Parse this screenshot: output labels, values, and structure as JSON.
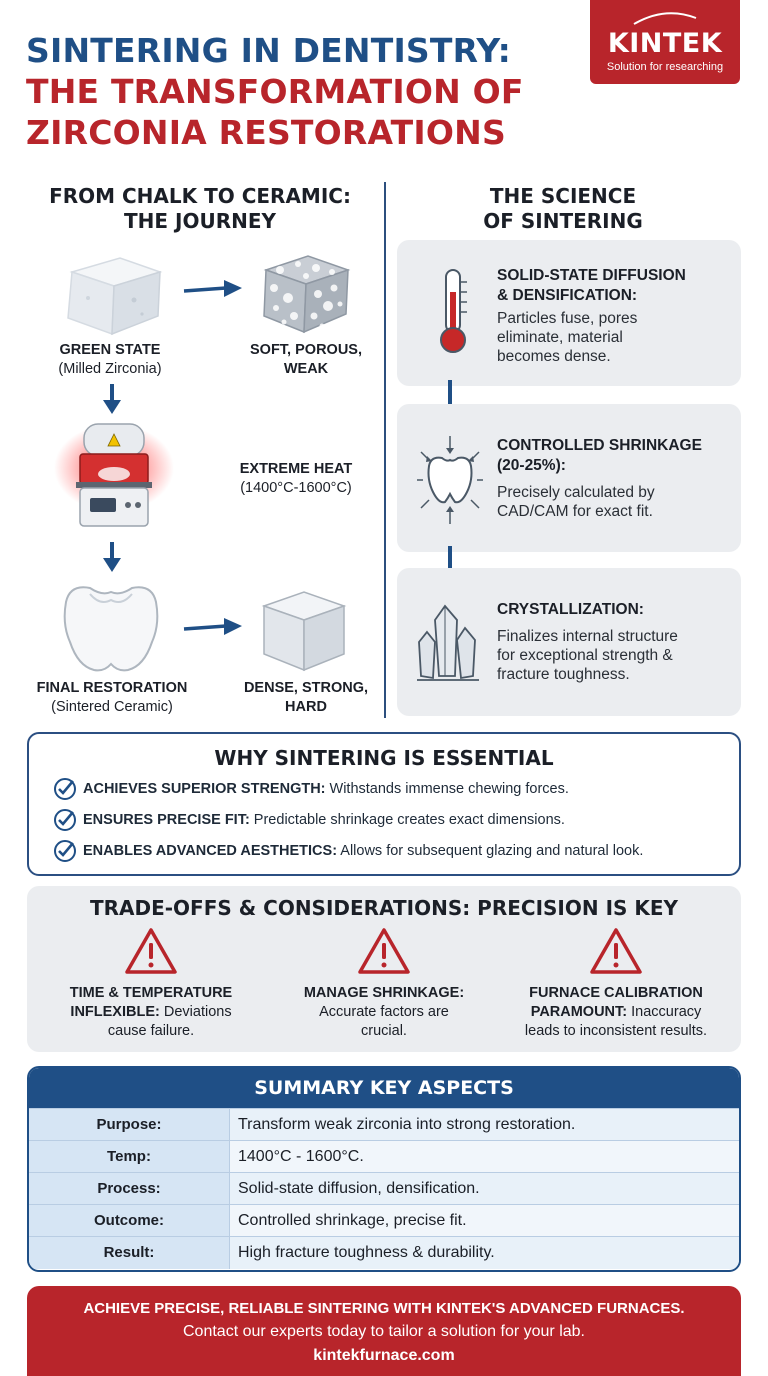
{
  "header": {
    "title_line1": "SINTERING IN DENTISTRY:",
    "title_line2": "THE TRANSFORMATION OF",
    "title_line3": "ZIRCONIA RESTORATIONS"
  },
  "logo": {
    "brand": "KINTEK",
    "tagline": "Solution for researching"
  },
  "journey": {
    "title_line1": "FROM CHALK TO CERAMIC:",
    "title_line2": "THE JOURNEY",
    "green_state": "GREEN STATE",
    "green_state_sub": "(Milled Zirconia)",
    "soft_line1": "SOFT, POROUS,",
    "soft_line2": "WEAK",
    "heat_title": "EXTREME HEAT",
    "heat_sub": "(1400°C-1600°C)",
    "final": "FINAL RESTORATION",
    "final_sub": "(Sintered Ceramic)",
    "dense_line1": "DENSE, STRONG,",
    "dense_line2": "HARD"
  },
  "science": {
    "title_line1": "THE SCIENCE",
    "title_line2": "OF SINTERING",
    "cards": [
      {
        "head1": "SOLID-STATE DIFFUSION",
        "head2": "& DENSIFICATION:",
        "body1": "Particles fuse, pores",
        "body2": "eliminate, material",
        "body3": "becomes dense.",
        "icon": "thermometer-icon"
      },
      {
        "head1": "CONTROLLED SHRINKAGE",
        "head2": "(20-25%):",
        "body1": "Precisely calculated by",
        "body2": "CAD/CAM for exact fit.",
        "icon": "shrinking-tooth-icon"
      },
      {
        "head1": "CRYSTALLIZATION:",
        "body1": "Finalizes internal structure",
        "body2": "for exceptional strength &",
        "body3": "fracture toughness.",
        "icon": "crystal-icon"
      }
    ]
  },
  "why": {
    "title": "WHY SINTERING IS ESSENTIAL",
    "items": [
      {
        "bold": "ACHIEVES SUPERIOR STRENGTH:",
        "text": " Withstands immense chewing forces."
      },
      {
        "bold": "ENSURES PRECISE FIT:",
        "text": " Predictable shrinkage creates exact dimensions."
      },
      {
        "bold": "ENABLES ADVANCED AESTHETICS:",
        "text": " Allows for subsequent glazing and natural look."
      }
    ]
  },
  "tradeoffs": {
    "title": "TRADE-OFFS & CONSIDERATIONS: PRECISION IS KEY",
    "items": [
      {
        "bold1": "TIME & TEMPERATURE",
        "bold2": "INFLEXIBLE:",
        "text2": " Deviations",
        "text3": "cause failure."
      },
      {
        "bold1": "MANAGE SHRINKAGE:",
        "text2": "Accurate factors are",
        "text3": "crucial."
      },
      {
        "bold1": "FURNACE CALIBRATION",
        "bold2": "PARAMOUNT:",
        "text2": " Inaccuracy",
        "text3": "leads to inconsistent results."
      }
    ]
  },
  "summary": {
    "title": "SUMMARY KEY ASPECTS",
    "rows": [
      {
        "key": "Purpose:",
        "value": "Transform weak zirconia into strong restoration."
      },
      {
        "key": "Temp:",
        "value": "1400°C - 1600°C."
      },
      {
        "key": "Process:",
        "value": "Solid-state diffusion, densification."
      },
      {
        "key": "Outcome:",
        "value": "Controlled shrinkage, precise fit."
      },
      {
        "key": "Result:",
        "value": "High fracture toughness & durability."
      }
    ]
  },
  "footer": {
    "line1": "ACHIEVE PRECISE, RELIABLE SINTERING WITH KINTEK'S ADVANCED FURNACES.",
    "line2": "Contact our experts today to tailor a solution for your lab.",
    "line3": "kintekfurnace.com"
  },
  "colors": {
    "brand_blue": "#1f4f86",
    "brand_red": "#b8252b",
    "panel_gray": "#ebedf0"
  }
}
